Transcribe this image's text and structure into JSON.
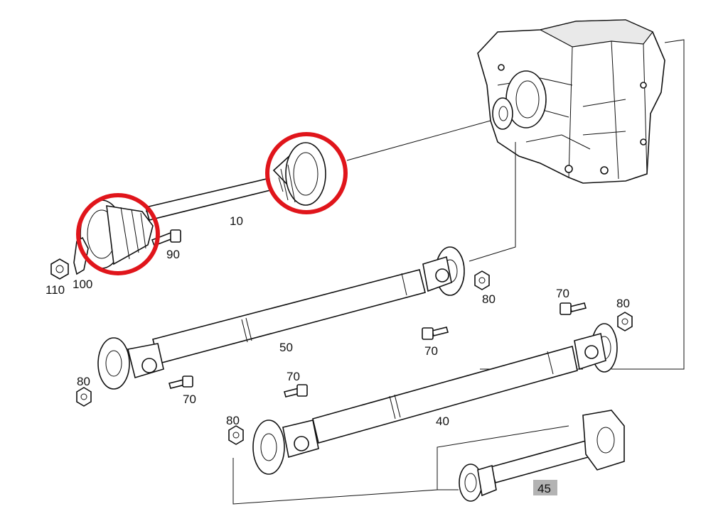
{
  "labels": {
    "shaft_10": "10",
    "bolt_90": "90",
    "nut_110": "110",
    "bracket_100": "100",
    "shaft_50": "50",
    "nut_80_a": "80",
    "bolt_70_a": "70",
    "nut_80_b": "80",
    "bolt_70_b": "70",
    "bolt_70_c": "70",
    "nut_80_c": "80",
    "shaft_40": "40",
    "bolt_70_d": "70",
    "nut_80_d": "80",
    "shaft_45": "45"
  },
  "highlight_color": "#e0151b",
  "label_45_bg": "#b3b3b3"
}
